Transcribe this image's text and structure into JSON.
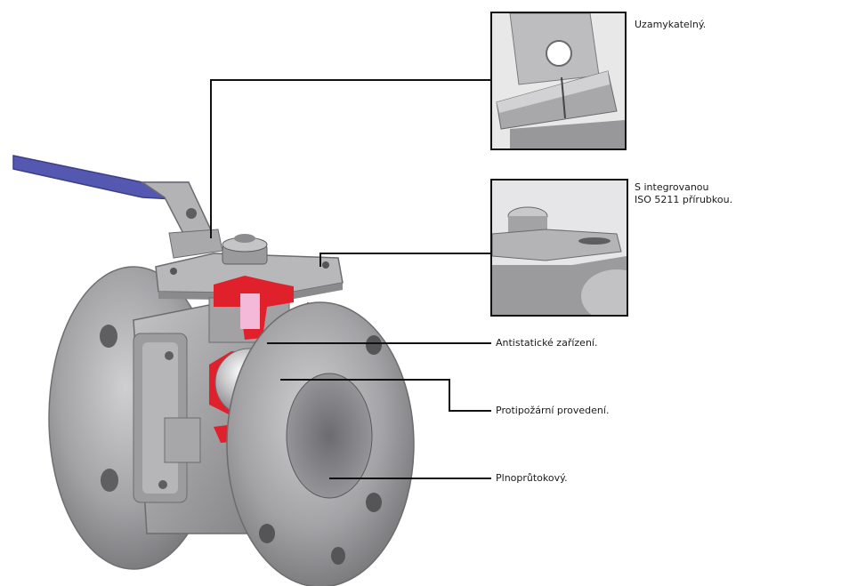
{
  "callouts": {
    "locking": "Uzamykatelný.",
    "iso_flange_line1": "S integrovanou",
    "iso_flange_line2": "ISO 5211 přírubkou.",
    "antistatic": "Antistatické zařízení.",
    "fire_safe": "Protipožární provedení.",
    "full_bore": "Plnoprůtokový."
  },
  "colors": {
    "handle_blue": "#5458b0",
    "cutaway_red": "#e0202a",
    "steel": "#a9a9ab",
    "steel_dark": "#7c7c7f",
    "leader_line": "#111111"
  },
  "icons": {
    "product": "ball-valve-cutaway",
    "detail_top": "locking-plate-closeup",
    "detail_mid": "iso-5211-mounting-pad-closeup"
  }
}
